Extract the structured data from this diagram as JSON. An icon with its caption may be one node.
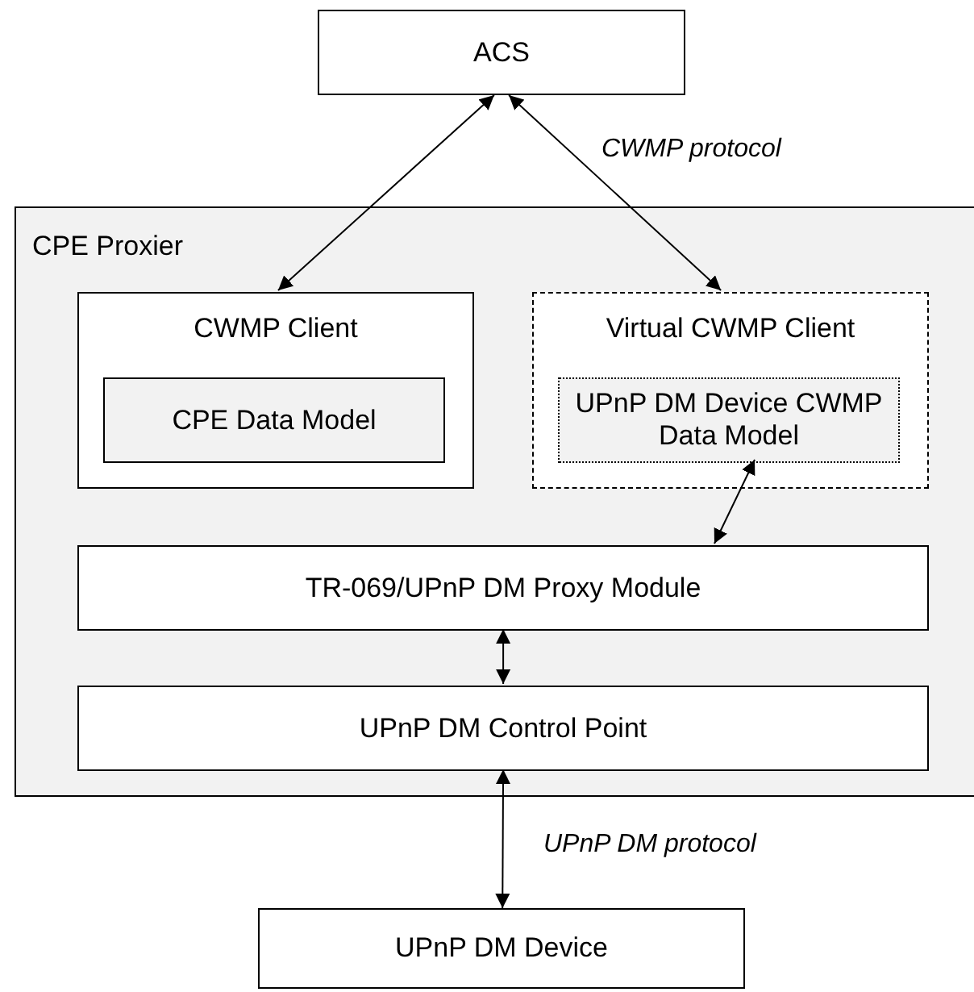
{
  "diagram": {
    "nodes": [
      {
        "text": [
          "ACS"
        ]
      },
      {
        "text": [
          "CPE Proxier"
        ]
      },
      {
        "text": [
          "CWMP Client"
        ],
        "in": 1
      },
      {
        "text": [
          "CPE Data Model"
        ],
        "in": 2
      },
      {
        "text": [
          "Virtual CWMP Client"
        ],
        "in": 1
      },
      {
        "text": [
          "UPnP DM Device CWMP Data Model"
        ],
        "in": 4
      },
      {
        "text": [
          "TR-069/UPnP DM Proxy Module"
        ],
        "in": 1
      },
      {
        "text": [
          "UPnP DM Control Point"
        ],
        "in": 1
      },
      {
        "text": [
          "UPnP DM Device"
        ]
      }
    ],
    "edges": [
      {
        "from": 0,
        "to": 2,
        "arrow": "both"
      },
      {
        "from": 0,
        "to": 4,
        "arrow": "both",
        "label": "CWMP protocol"
      },
      {
        "from": 5,
        "to": 6,
        "arrow": "both"
      },
      {
        "from": 6,
        "to": 7,
        "arrow": "both"
      },
      {
        "from": 7,
        "to": 8,
        "arrow": "both",
        "label": "UPnP DM protocol"
      }
    ]
  }
}
